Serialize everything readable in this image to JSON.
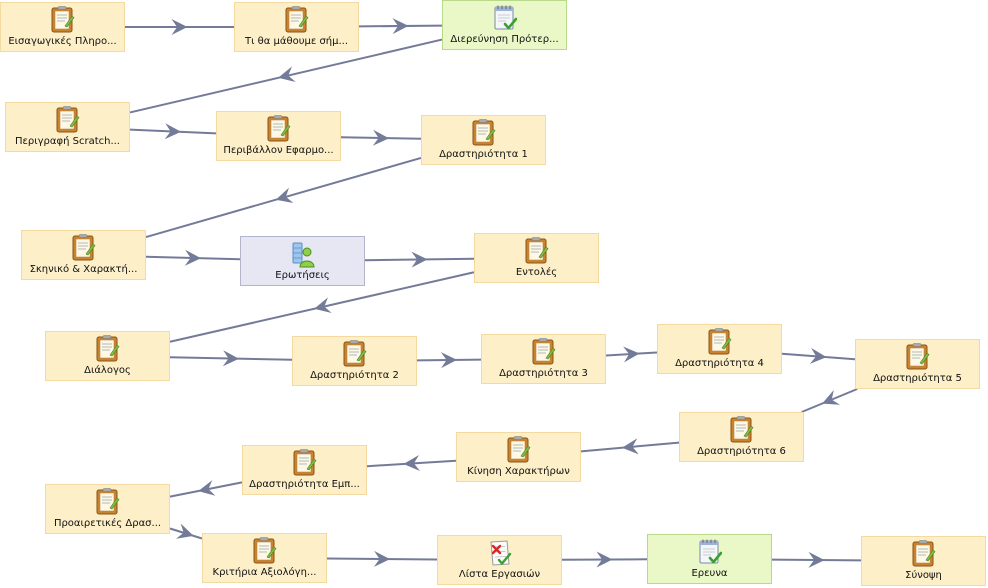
{
  "nodes": [
    {
      "id": "n1",
      "label": "Εισαγωγικές Πληρο...",
      "icon": "page-icon",
      "style": "orange"
    },
    {
      "id": "n2",
      "label": "Τι θα μάθουμε σήμ...",
      "icon": "page-icon",
      "style": "orange"
    },
    {
      "id": "n3",
      "label": "Διερεύνηση Πρότερ...",
      "icon": "notepad-check-icon",
      "style": "green"
    },
    {
      "id": "n4",
      "label": "Περιγραφή Scratch...",
      "icon": "page-icon",
      "style": "orange"
    },
    {
      "id": "n5",
      "label": "Περιβάλλον Εφαρμο...",
      "icon": "page-icon",
      "style": "orange"
    },
    {
      "id": "n6",
      "label": "Δραστηριότητα 1",
      "icon": "page-icon",
      "style": "orange"
    },
    {
      "id": "n7",
      "label": "Σκηνικό & Χαρακτή...",
      "icon": "page-icon",
      "style": "orange"
    },
    {
      "id": "n8",
      "label": "Ερωτήσεις",
      "icon": "person-icon",
      "style": "purple"
    },
    {
      "id": "n9",
      "label": "Εντολές",
      "icon": "page-icon",
      "style": "orange"
    },
    {
      "id": "n10",
      "label": "Διάλογος",
      "icon": "page-icon",
      "style": "orange"
    },
    {
      "id": "n11",
      "label": "Δραστηριότητα 2",
      "icon": "page-icon",
      "style": "orange"
    },
    {
      "id": "n12",
      "label": "Δραστηριότητα 3",
      "icon": "page-icon",
      "style": "orange"
    },
    {
      "id": "n13",
      "label": "Δραστηριότητα 4",
      "icon": "page-icon",
      "style": "orange"
    },
    {
      "id": "n14",
      "label": "Δραστηριότητα 5",
      "icon": "page-icon",
      "style": "orange"
    },
    {
      "id": "n15",
      "label": "Δραστηριότητα 6",
      "icon": "page-icon",
      "style": "orange"
    },
    {
      "id": "n16",
      "label": "Κίνηση Χαρακτήρων",
      "icon": "page-icon",
      "style": "orange"
    },
    {
      "id": "n17",
      "label": "Δραστηριότητα Εμπ...",
      "icon": "page-icon",
      "style": "orange"
    },
    {
      "id": "n18",
      "label": "Προαιρετικές Δρασ...",
      "icon": "page-icon",
      "style": "orange"
    },
    {
      "id": "n19",
      "label": "Κριτήρια Αξιολόγη...",
      "icon": "page-icon",
      "style": "orange"
    },
    {
      "id": "n20",
      "label": "Λίστα Εργασιών",
      "icon": "checklist-icon",
      "style": "orange"
    },
    {
      "id": "n21",
      "label": "Ερευνα",
      "icon": "notepad-check-icon",
      "style": "green"
    },
    {
      "id": "n22",
      "label": "Σύνοψη",
      "icon": "page-icon",
      "style": "orange"
    }
  ],
  "edges": [
    [
      "n1",
      "n2"
    ],
    [
      "n2",
      "n3"
    ],
    [
      "n3",
      "n4"
    ],
    [
      "n4",
      "n5"
    ],
    [
      "n5",
      "n6"
    ],
    [
      "n6",
      "n7"
    ],
    [
      "n7",
      "n8"
    ],
    [
      "n8",
      "n9"
    ],
    [
      "n9",
      "n10"
    ],
    [
      "n10",
      "n11"
    ],
    [
      "n11",
      "n12"
    ],
    [
      "n12",
      "n13"
    ],
    [
      "n13",
      "n14"
    ],
    [
      "n14",
      "n15"
    ],
    [
      "n15",
      "n16"
    ],
    [
      "n16",
      "n17"
    ],
    [
      "n17",
      "n18"
    ],
    [
      "n18",
      "n19"
    ],
    [
      "n19",
      "n20"
    ],
    [
      "n20",
      "n21"
    ],
    [
      "n21",
      "n22"
    ]
  ],
  "colors": {
    "orange_fill": "#fdefc8",
    "orange_border": "#f4d9a0",
    "green_fill": "#eaf7c7",
    "green_border": "#b8d98a",
    "purple_fill": "#e7e7f4",
    "purple_border": "#b4b4cf",
    "connector": "#737b98"
  }
}
